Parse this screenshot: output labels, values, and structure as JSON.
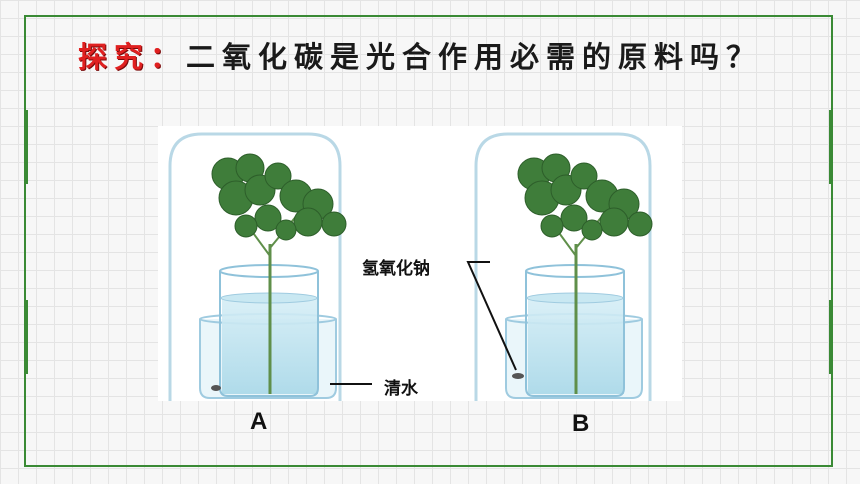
{
  "title": {
    "lead": "探究：",
    "rest": "二氧化碳是光合作用必需的原料吗？"
  },
  "diagram": {
    "setup_a": {
      "letter": "A",
      "callout": "清水"
    },
    "setup_b": {
      "letter": "B",
      "callout": "氢氧化钠"
    }
  },
  "colors": {
    "frame": "#3a8a35",
    "title_lead": "#e02020",
    "leaf": "#3f7d3a",
    "water": "#bfe3ee"
  }
}
